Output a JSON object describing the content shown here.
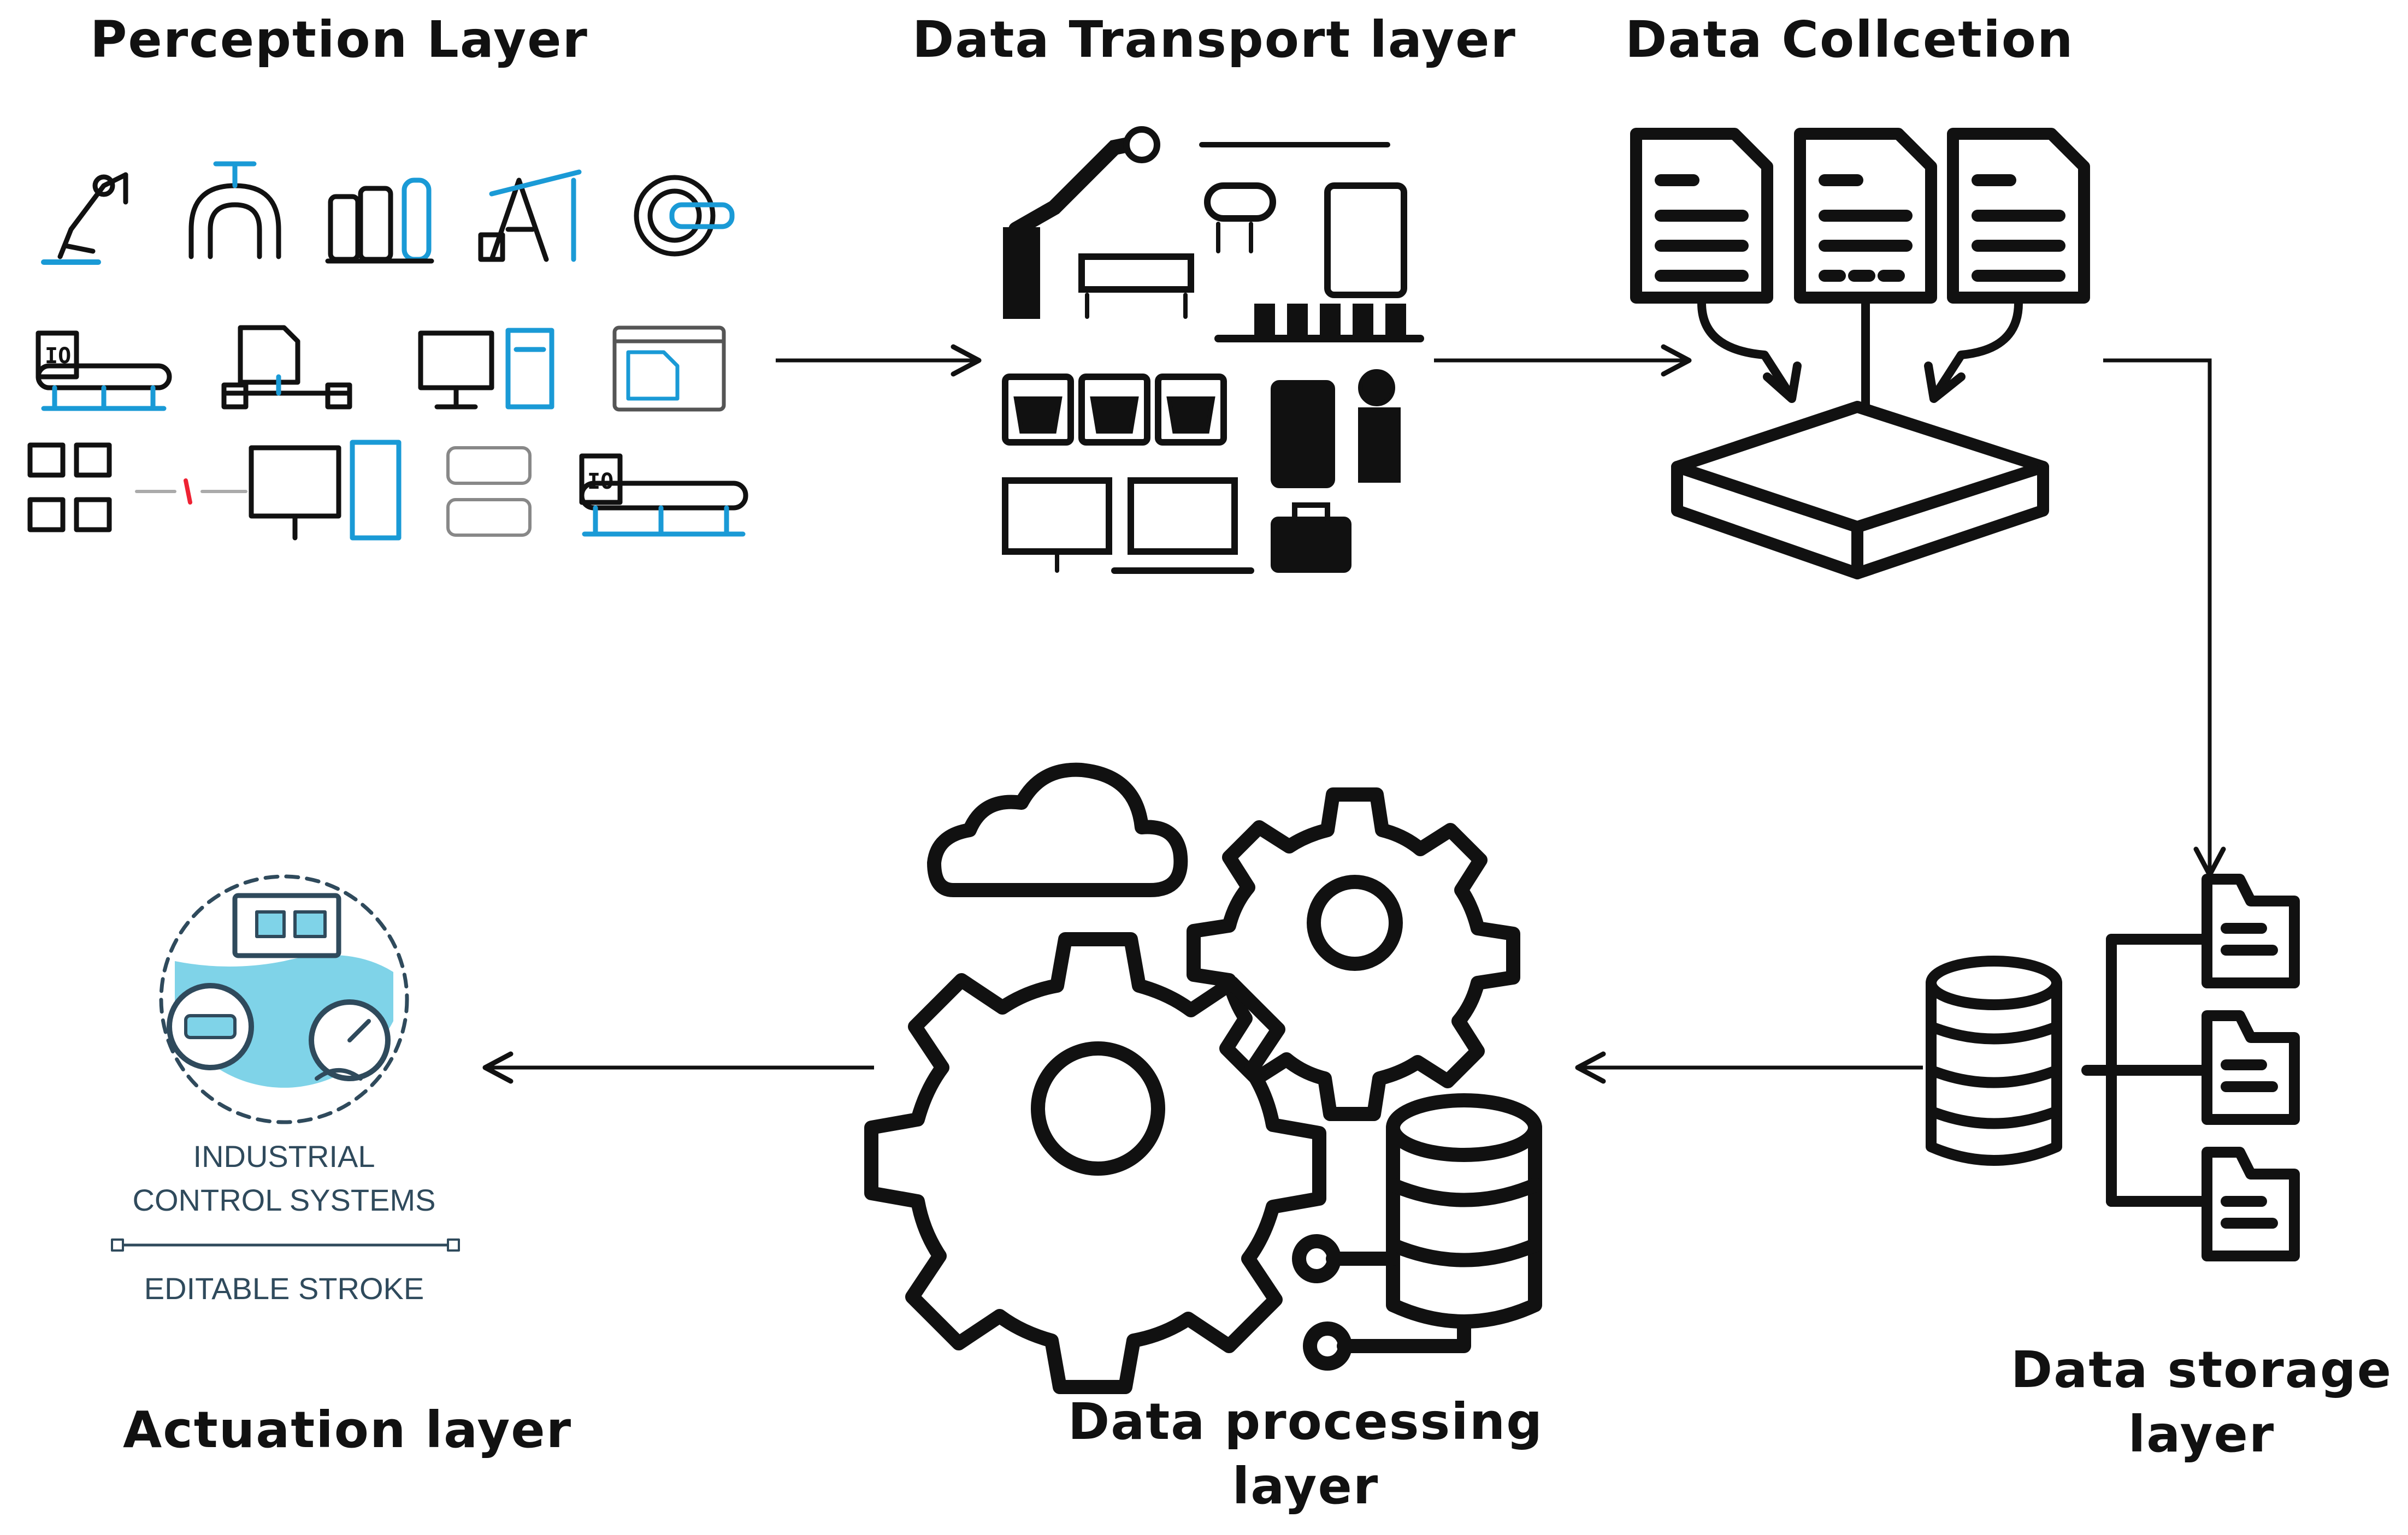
{
  "colors": {
    "ink": "#111111",
    "accent": "#1a9ad6",
    "accent_light": "#7fd3e8",
    "caption": "#2f4a5c"
  },
  "layers": {
    "perception": "Perception Layer",
    "transport": "Data Transport layer",
    "collection": "Data Collcetion",
    "storage": "Data storage\nlayer",
    "processing": "Data processing\nlayer",
    "actuation": "Actuation layer"
  },
  "ics_badge": {
    "line1": "INDUSTRIAL",
    "line2": "CONTROL SYSTEMS",
    "line3": "EDITABLE STROKE"
  },
  "icons": {
    "perception": [
      "robot-arm-icon",
      "pipe-valve-icon",
      "gas-cylinders-icon",
      "oil-pump-icon",
      "gear-conveyor-icon",
      "conveyor-io-icon",
      "document-pipe-icon",
      "monitor-server-icon",
      "browser-window-icon",
      "network-computers-icon",
      "conveyor-io-icon"
    ],
    "transport": [
      "factory-robot-collage-icon"
    ],
    "collection": [
      "document-icon",
      "document-icon",
      "document-icon",
      "collection-tray-icon"
    ],
    "storage": [
      "database-icon",
      "folder-tree-icon"
    ],
    "processing": [
      "cloud-icon",
      "gear-icon",
      "gear-icon",
      "database-network-icon"
    ],
    "actuation": [
      "industrial-control-systems-icon"
    ]
  }
}
